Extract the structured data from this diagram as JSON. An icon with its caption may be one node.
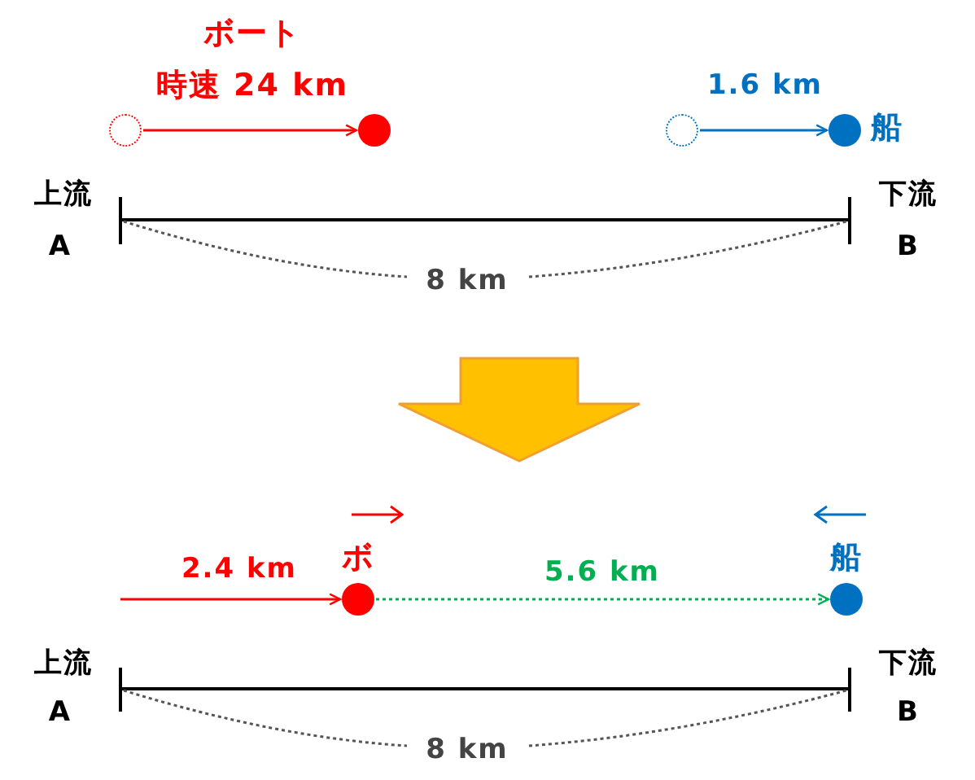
{
  "diagram": {
    "nodes": [
      {
        "text": [],
        "shape": "circle"
      },
      {
        "text": [],
        "shape": "circle"
      },
      {
        "text": [],
        "shape": "circle"
      },
      {
        "text": [],
        "shape": "circle",
        "beside": [
          "船"
        ]
      },
      {
        "text": [],
        "shape": "circle",
        "beside": [
          "ボ"
        ]
      },
      {
        "text": [],
        "shape": "circle",
        "beside": [
          "船"
        ]
      }
    ],
    "edges": [
      {
        "from": 0,
        "to": 1,
        "arrow": "to",
        "color": "#ff0000"
      },
      {
        "from": 2,
        "to": 3,
        "arrow": "to",
        "label": "1.6 km",
        "color": "#0070c0"
      },
      {
        "from": null,
        "to": 4,
        "arrow": "to",
        "label": "2.4 km",
        "color": "#ff0000"
      },
      {
        "from": 4,
        "to": 5,
        "arrow": "to",
        "label": "5.6 km",
        "style": "dashed",
        "color": "#00b050"
      }
    ],
    "labels": [
      "ボート",
      "時速 24 km",
      "上流",
      "下流",
      "A",
      "B",
      "8 km",
      "上流",
      "下流",
      "A",
      "B",
      "8 km"
    ]
  }
}
